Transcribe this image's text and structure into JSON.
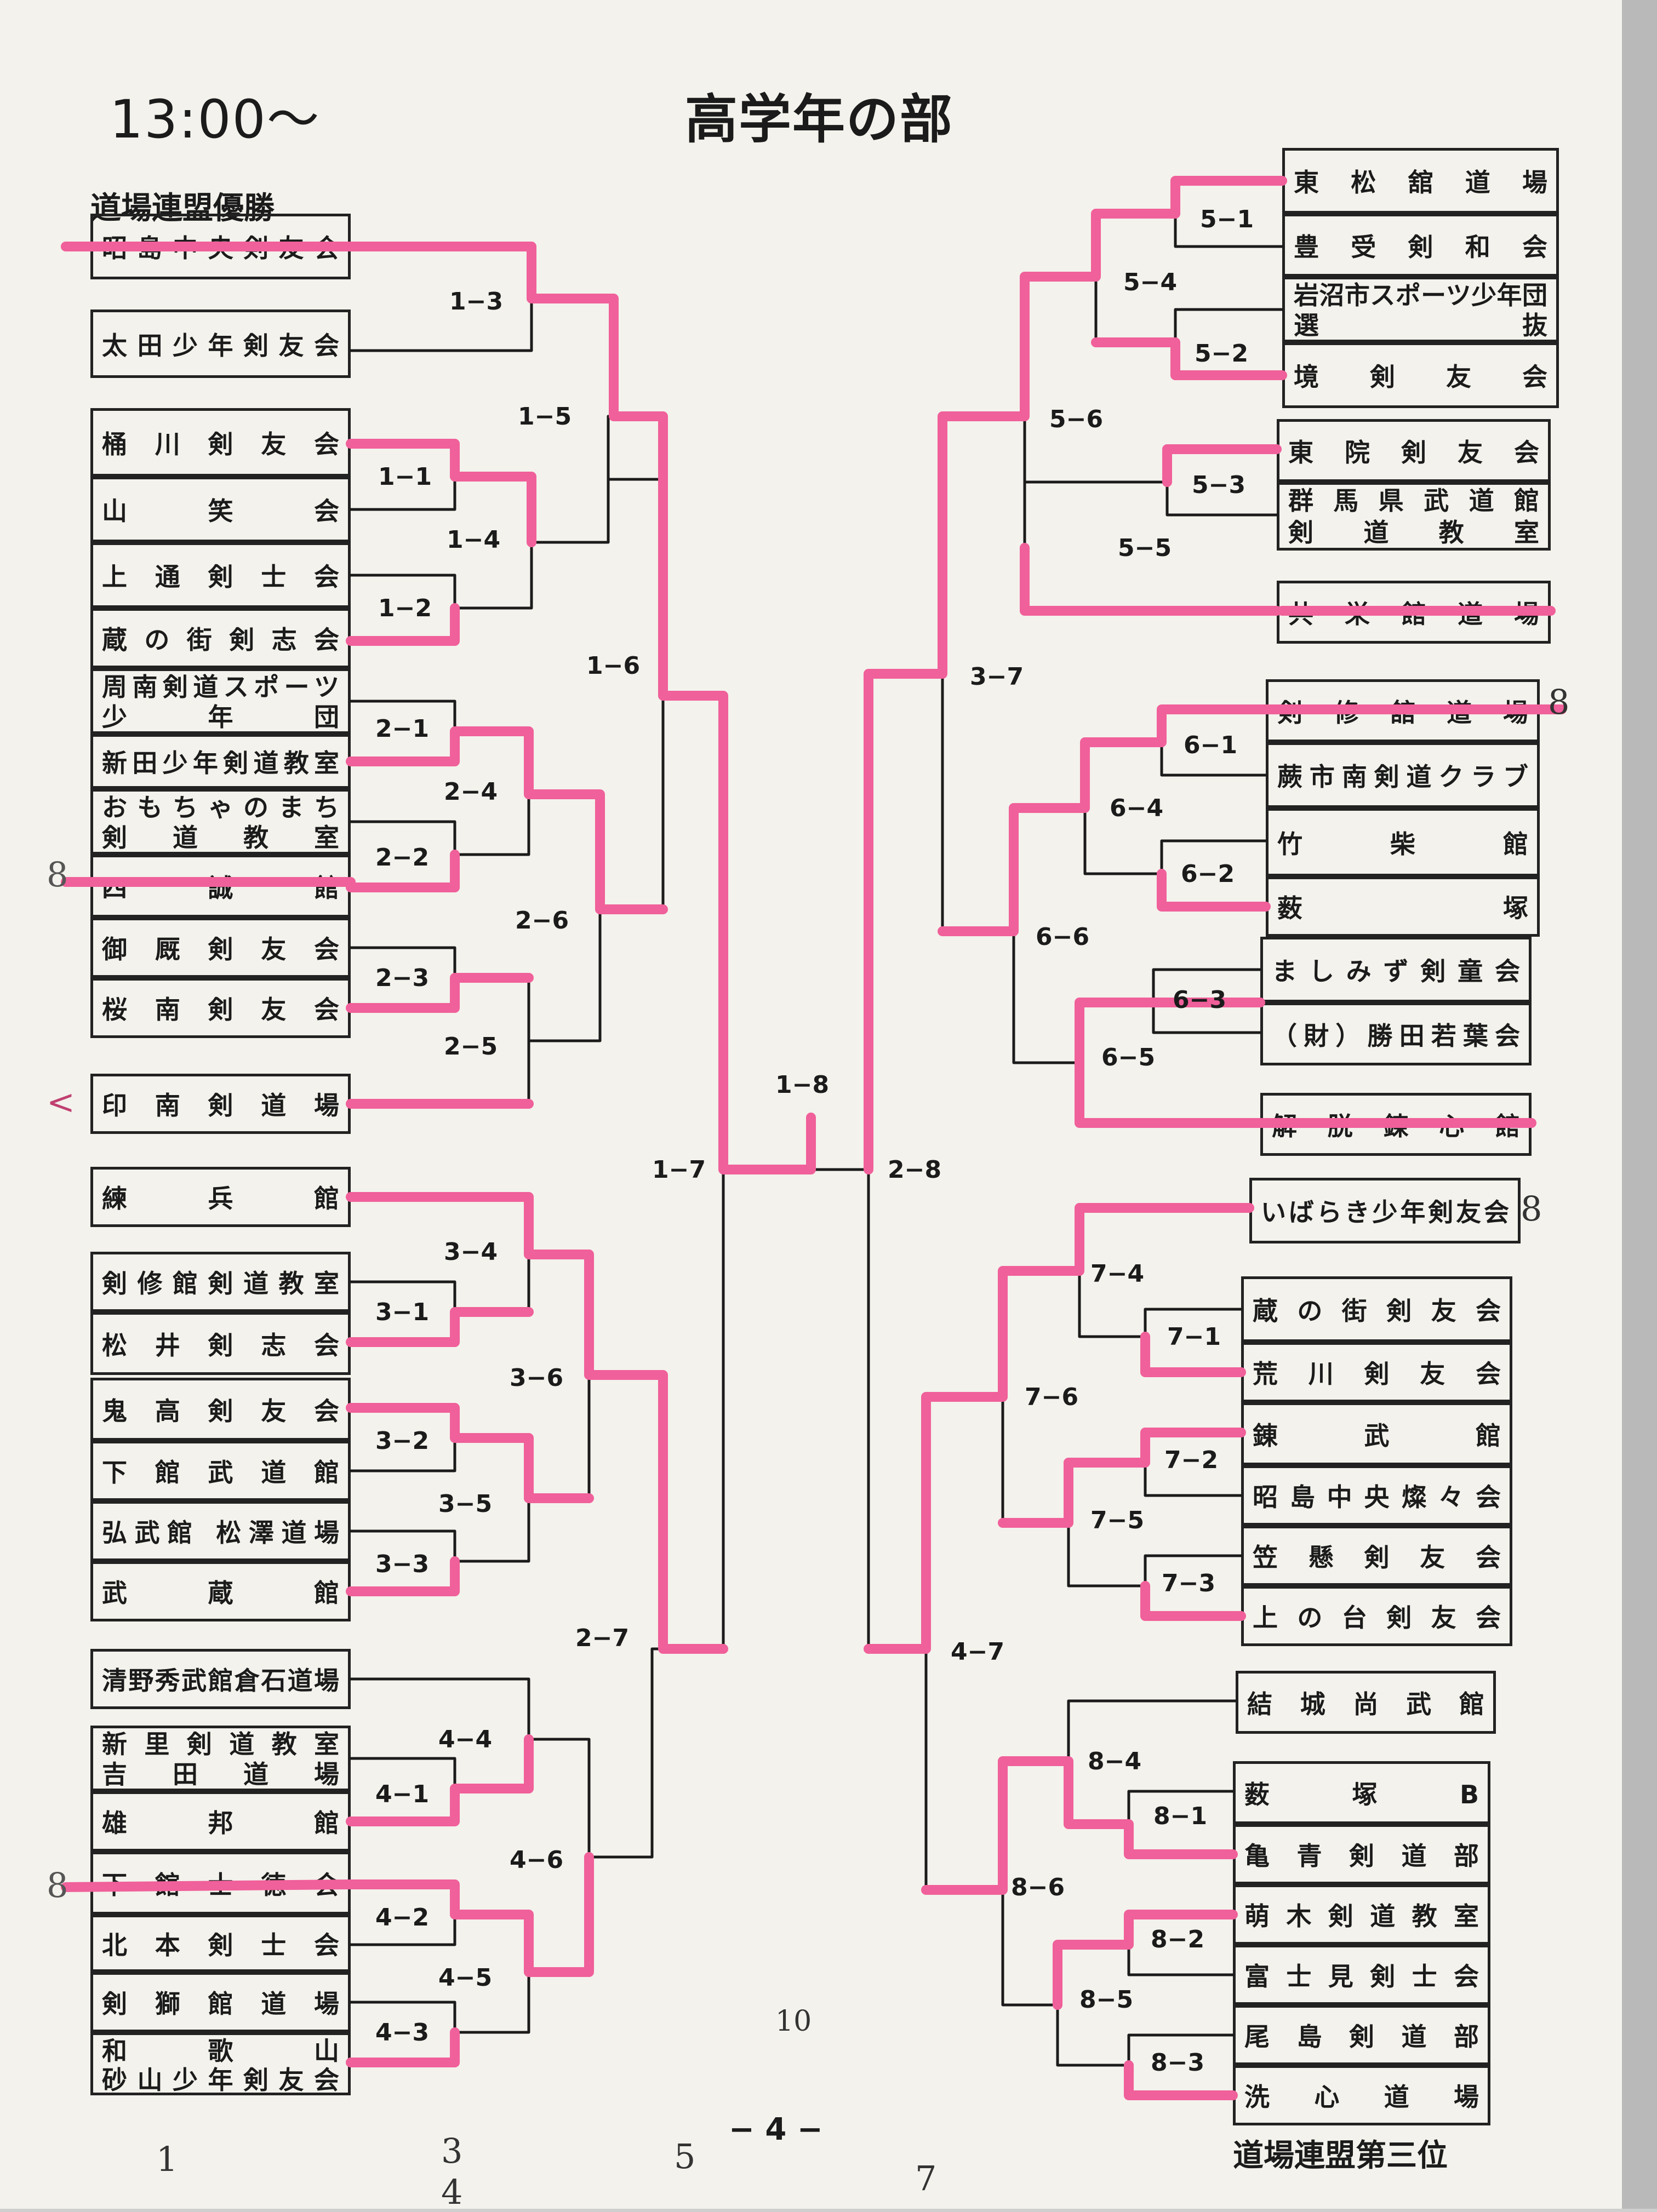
{
  "header": {
    "time": "13:00〜",
    "title": "高学年の部"
  },
  "notes": {
    "top_left": "道場連盟優勝",
    "bottom_right": "道場連盟第三位"
  },
  "left_teams": [
    {
      "lines": [
        "昭島中央剣友会"
      ]
    },
    {
      "lines": [
        "太田少年剣友会"
      ]
    },
    {
      "lines": [
        "桶川剣友会"
      ]
    },
    {
      "lines": [
        "山笑会"
      ]
    },
    {
      "lines": [
        "上通剣士会"
      ]
    },
    {
      "lines": [
        "蔵の街剣志会"
      ]
    },
    {
      "lines": [
        "周南剣道スポーツ",
        "少年団"
      ]
    },
    {
      "lines": [
        "新田少年剣道教室"
      ]
    },
    {
      "lines": [
        "おもちゃのまち",
        "剣道教室"
      ]
    },
    {
      "lines": [
        "四誠館"
      ]
    },
    {
      "lines": [
        "御厩剣友会"
      ]
    },
    {
      "lines": [
        "桜南剣友会"
      ]
    },
    {
      "lines": [
        "印南剣道場"
      ]
    },
    {
      "lines": [
        "練兵館"
      ]
    },
    {
      "lines": [
        "剣修館剣道教室"
      ]
    },
    {
      "lines": [
        "松井剣志会"
      ]
    },
    {
      "lines": [
        "鬼高剣友会"
      ]
    },
    {
      "lines": [
        "下館武道館"
      ]
    },
    {
      "lines": [
        "弘武館 松澤道場"
      ]
    },
    {
      "lines": [
        "武蔵館"
      ]
    },
    {
      "lines": [
        "清野秀武館倉石道場"
      ]
    },
    {
      "lines": [
        "新里剣道教室",
        "吉田道場"
      ]
    },
    {
      "lines": [
        "雄邦館"
      ]
    },
    {
      "lines": [
        "下館士徳会"
      ]
    },
    {
      "lines": [
        "北本剣士会"
      ]
    },
    {
      "lines": [
        "剣獅館道場"
      ]
    },
    {
      "lines": [
        "和歌山",
        "砂山少年剣友会"
      ]
    }
  ],
  "right_teams": [
    {
      "lines": [
        "東松舘道場"
      ]
    },
    {
      "lines": [
        "豊受剣和会"
      ]
    },
    {
      "lines": [
        "岩沼市スポーツ少年団",
        "選抜"
      ]
    },
    {
      "lines": [
        "境剣友会"
      ]
    },
    {
      "lines": [
        "東院剣友会"
      ]
    },
    {
      "lines": [
        "群馬県武道館",
        "剣道教室"
      ]
    },
    {
      "lines": [
        "共栄館道場"
      ]
    },
    {
      "lines": [
        "剣修舘道場"
      ]
    },
    {
      "lines": [
        "蕨市南剣道クラブ"
      ]
    },
    {
      "lines": [
        "竹柴館"
      ]
    },
    {
      "lines": [
        "薮塚"
      ]
    },
    {
      "lines": [
        "ましみず剣童会"
      ]
    },
    {
      "lines": [
        "（財）勝田若葉会"
      ]
    },
    {
      "lines": [
        "解脱錬心館"
      ]
    },
    {
      "lines": [
        "いばらき少年剣友会"
      ]
    },
    {
      "lines": [
        "蔵の街剣友会"
      ]
    },
    {
      "lines": [
        "荒川剣友会"
      ]
    },
    {
      "lines": [
        "錬武館"
      ]
    },
    {
      "lines": [
        "昭島中央燦々会"
      ]
    },
    {
      "lines": [
        "笠懸剣友会"
      ]
    },
    {
      "lines": [
        "上の台剣友会"
      ]
    },
    {
      "lines": [
        "結城尚武館"
      ]
    },
    {
      "lines": [
        "薮塚B"
      ]
    },
    {
      "lines": [
        "亀青剣道部"
      ]
    },
    {
      "lines": [
        "萌木剣道教室"
      ]
    },
    {
      "lines": [
        "富士見剣士会"
      ]
    },
    {
      "lines": [
        "尾島剣道部"
      ]
    },
    {
      "lines": [
        "洗心道場"
      ]
    }
  ],
  "match_labels": {
    "1-1": "1−1",
    "1-2": "1−2",
    "1-3": "1−3",
    "1-4": "1−4",
    "1-5": "1−5",
    "1-6": "1−6",
    "1-7": "1−7",
    "1-8": "1−8",
    "2-1": "2−1",
    "2-2": "2−2",
    "2-3": "2−3",
    "2-4": "2−4",
    "2-5": "2−5",
    "2-6": "2−6",
    "2-7": "2−7",
    "2-8": "2−8",
    "3-1": "3−1",
    "3-2": "3−2",
    "3-3": "3−3",
    "3-4": "3−4",
    "3-5": "3−5",
    "3-6": "3−6",
    "3-7": "3−7",
    "4-1": "4−1",
    "4-2": "4−2",
    "4-3": "4−3",
    "4-4": "4−4",
    "4-5": "4−5",
    "4-6": "4−6",
    "4-7": "4−7",
    "5-1": "5−1",
    "5-2": "5−2",
    "5-3": "5−3",
    "5-4": "5−4",
    "5-5": "5−5",
    "5-6": "5−6",
    "6-1": "6−1",
    "6-2": "6−2",
    "6-3": "6−3",
    "6-4": "6−4",
    "6-5": "6−5",
    "6-6": "6−6",
    "7-1": "7−1",
    "7-2": "7−2",
    "7-3": "7−3",
    "7-4": "7−4",
    "7-5": "7−5",
    "7-6": "7−6",
    "8-1": "8−1",
    "8-2": "8−2",
    "8-3": "8−3",
    "8-4": "8−4",
    "8-5": "8−5",
    "8-6": "8−6"
  },
  "page_number": "− 4 −",
  "handwritten": {
    "left_8a": "8",
    "left_8b": "8",
    "left_bracket": "<",
    "right_8a": "8",
    "right_8b": "8",
    "bottom_nums": [
      "1",
      "3",
      "4",
      "5",
      "7"
    ],
    "center_mark": "10"
  },
  "colors": {
    "paper": "#f3f2ec",
    "ink": "#1b1b1b",
    "highlight": "#f0609a"
  }
}
